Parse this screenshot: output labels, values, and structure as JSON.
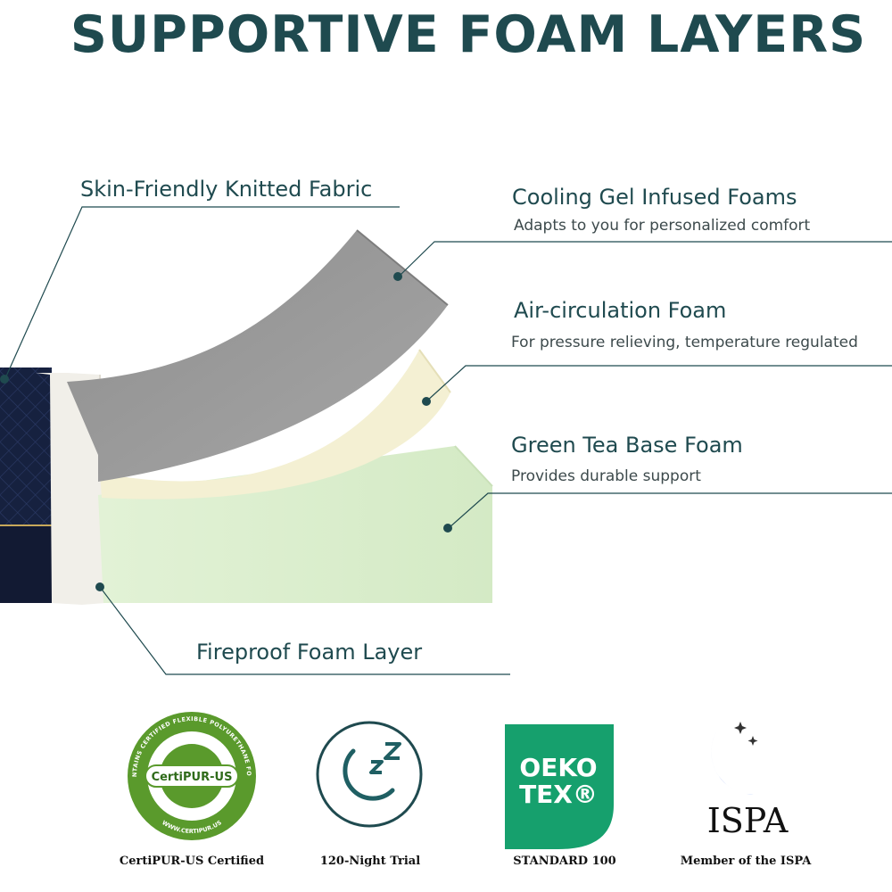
{
  "title": "SUPPORTIVE FOAM LAYERS",
  "layers": {
    "knitted_fabric": {
      "label": "Skin-Friendly Knitted Fabric"
    },
    "cooling_gel": {
      "label": "Cooling Gel Infused Foams",
      "desc": "Adapts to you for personalized comfort"
    },
    "air_circulation": {
      "label": "Air-circulation Foam",
      "desc": "For pressure relieving, temperature regulated"
    },
    "green_tea": {
      "label": "Green Tea Base Foam",
      "desc": "Provides durable support"
    },
    "fireproof": {
      "label": "Fireproof Foam Layer"
    }
  },
  "colors": {
    "accent": "#1f4a4f",
    "gel_layer": "#9a9a9a",
    "air_layer": "#f3efcf",
    "green_layer": "#dff0d2",
    "cover": "#141f3d",
    "oeko": "#16a06d",
    "certipur": "#5a9a2c"
  },
  "certifications": [
    {
      "icon": "certipur-us-logo",
      "logo_text": "CertiPUR-US",
      "ring_text": "CONTAINS CERTIFIED FLEXIBLE POLYURETHANE FOAM",
      "site_text": "WWW.CERTIPUR.US",
      "caption": "CertiPUR-US Certified"
    },
    {
      "icon": "moon-sleep-icon",
      "logo_text": "Z Z",
      "caption": "120-Night Trial"
    },
    {
      "icon": "oeko-tex-logo",
      "logo_line1": "OEKO",
      "logo_line2": "TEX®",
      "caption": "STANDARD 100"
    },
    {
      "icon": "ispa-moon-logo",
      "logo_text": "ISPA",
      "caption": "Member of the ISPA"
    }
  ]
}
